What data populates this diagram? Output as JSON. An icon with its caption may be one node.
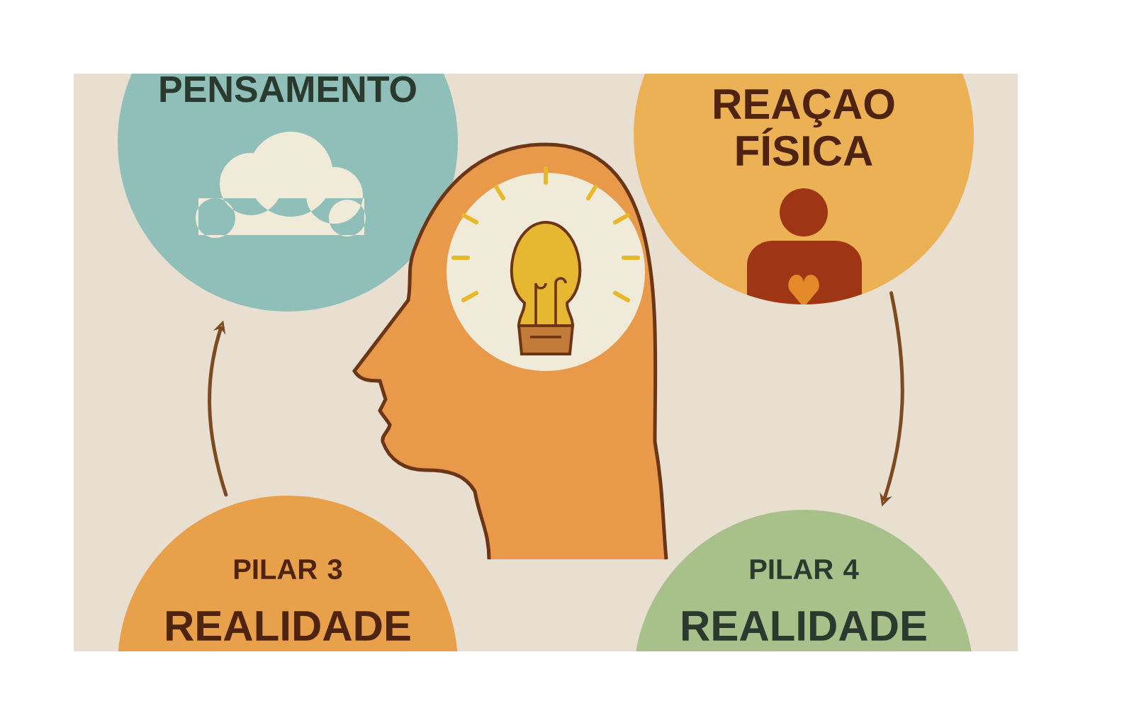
{
  "diagram": {
    "nodes": [
      {
        "text": [
          "PENSAMENTO"
        ]
      },
      {
        "text": [
          "REAÇAO FÍSICA"
        ]
      },
      {
        "text": [
          "PILAR 3",
          "REALIDADE"
        ]
      },
      {
        "text": [
          "PILAR 4",
          "REALIDADE"
        ]
      }
    ],
    "edges": [
      {
        "from": 2,
        "to": 0,
        "arrow": "to"
      },
      {
        "from": 1,
        "to": 3,
        "arrow": "to"
      }
    ]
  }
}
